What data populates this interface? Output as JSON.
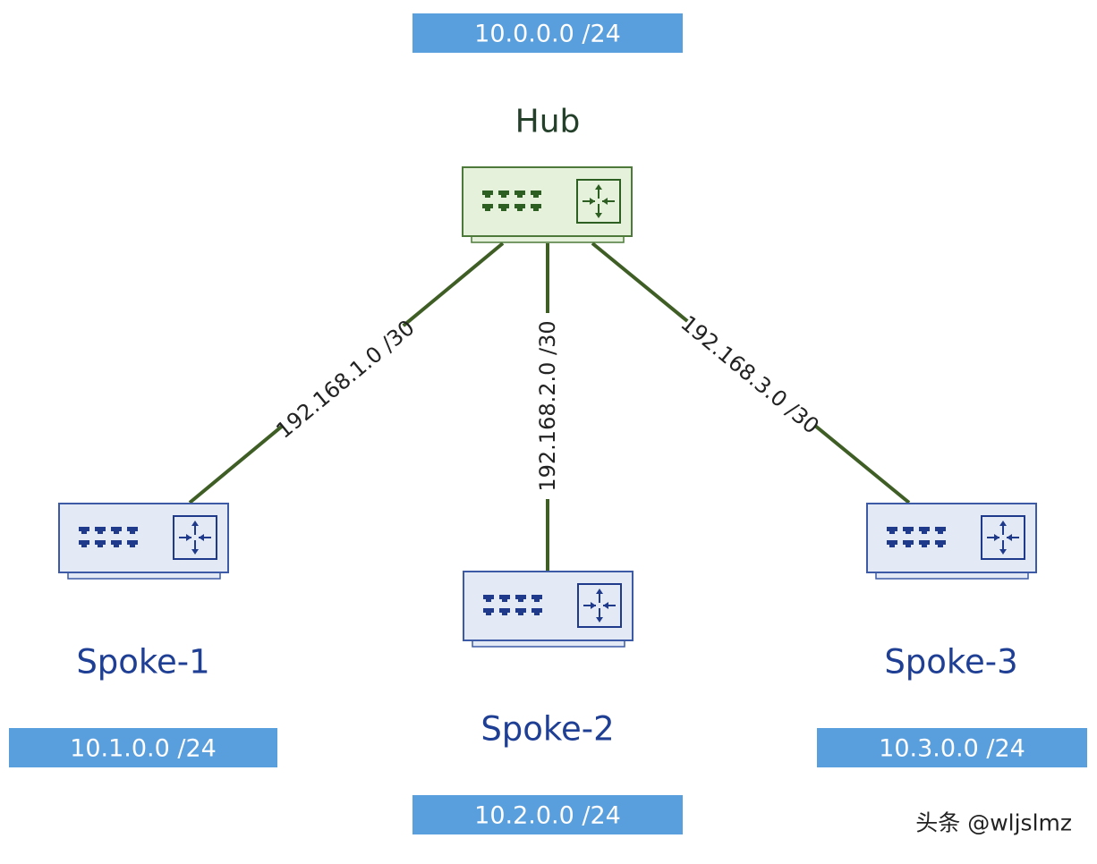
{
  "colors": {
    "hub_fill": "#e6f1db",
    "hub_stroke": "#4d7a3a",
    "hub_port": "#2e5f22",
    "hub_label": "#24402a",
    "spoke_fill": "#e4e9f6",
    "spoke_stroke": "#3c5aa6",
    "spoke_port": "#1f3a8a",
    "spoke_label": "#1f3f94",
    "link": "#3f5e25",
    "subnet_box": "#5a9fdd",
    "subnet_text": "#ffffff"
  },
  "hub": {
    "label": "Hub",
    "subnet": "10.0.0.0 /24",
    "icon": "router-icon"
  },
  "spokes": [
    {
      "label": "Spoke-1",
      "subnet": "10.1.0.0 /24",
      "link": "192.168.1.0 /30",
      "icon": "router-icon"
    },
    {
      "label": "Spoke-2",
      "subnet": "10.2.0.0 /24",
      "link": "192.168.2.0 /30",
      "icon": "router-icon"
    },
    {
      "label": "Spoke-3",
      "subnet": "10.3.0.0 /24",
      "link": "192.168.3.0 /30",
      "icon": "router-icon"
    }
  ],
  "watermark": "头条 @wljslmz"
}
